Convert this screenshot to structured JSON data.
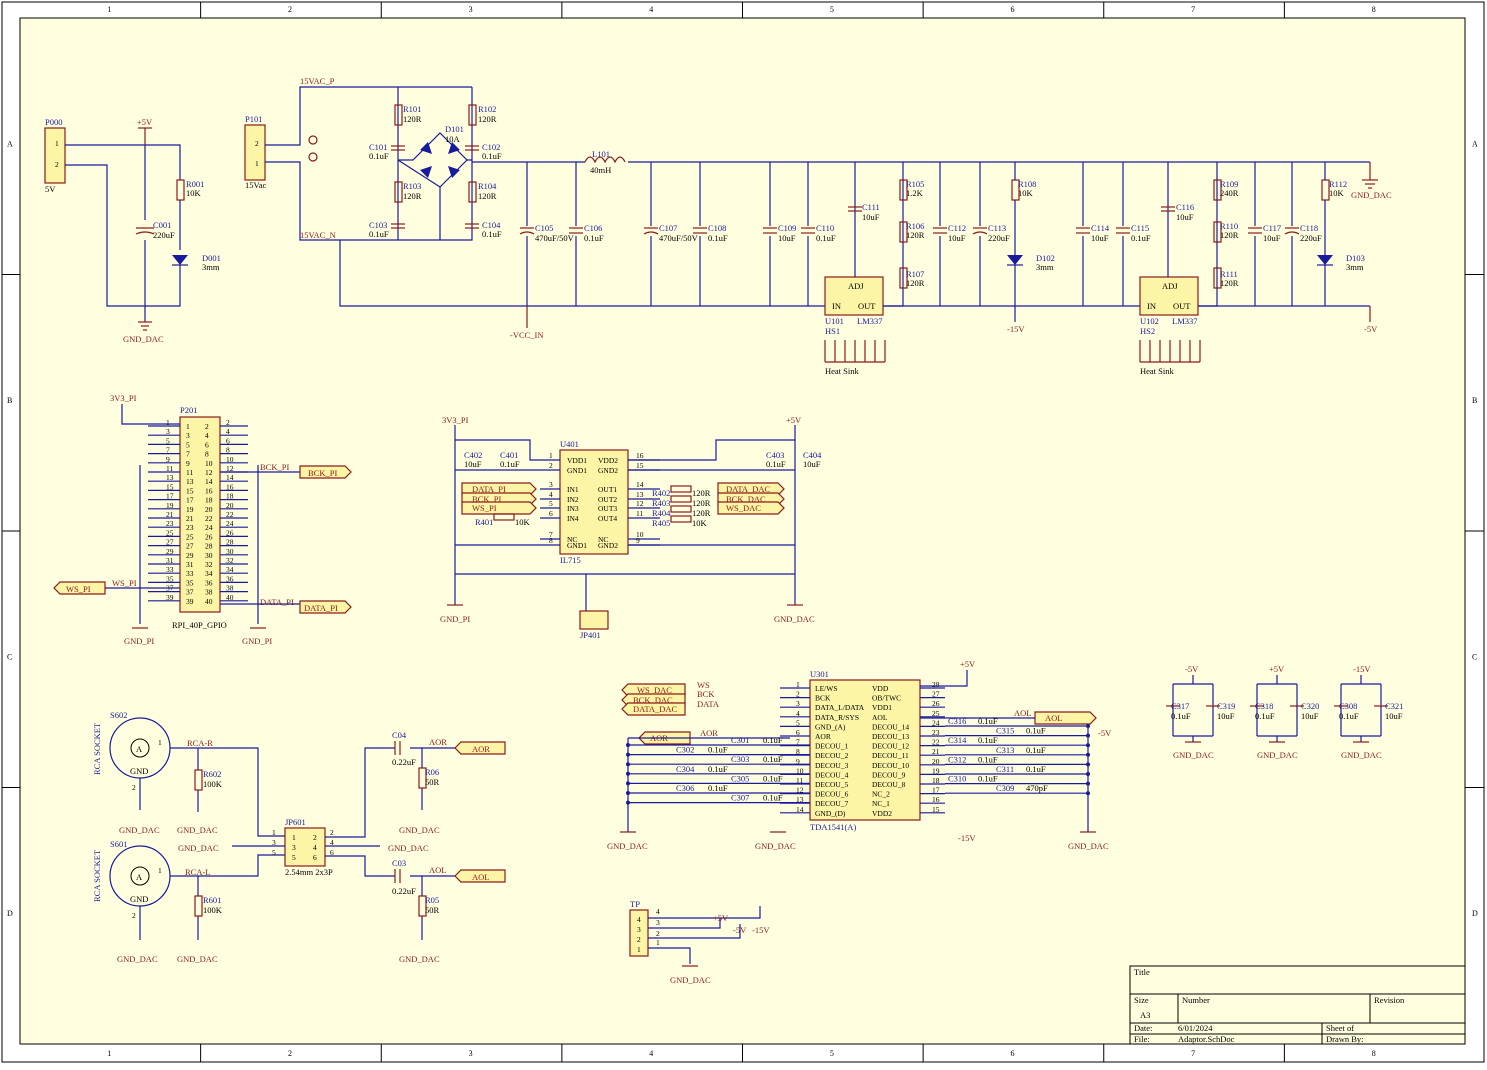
{
  "frame": {
    "columns": [
      "1",
      "2",
      "3",
      "4",
      "5",
      "6",
      "7",
      "8"
    ],
    "rows": [
      "A",
      "B",
      "C",
      "D"
    ]
  },
  "title_block": {
    "title_label": "Title",
    "size_label": "Size",
    "size_value": "A3",
    "number_label": "Number",
    "revision_label": "Revision",
    "date_label": "Date:",
    "date_value": "6/01/2024",
    "sheet_label": "Sheet   of",
    "file_label": "File:",
    "file_value": "Adaptor.SchDoc",
    "drawn_label": "Drawn By:"
  },
  "power": {
    "p000": {
      "ref": "P000",
      "value": "5V",
      "pins": [
        "1",
        "2"
      ]
    },
    "p101": {
      "ref": "P101",
      "value": "15Vac",
      "pins": [
        "2",
        "1"
      ]
    },
    "plus5v": "+5V",
    "net_15vac_p": "15VAC_P",
    "net_15vac_n": "15VAC_N",
    "vcc_in": "-VCC_IN",
    "minus15": "-15V",
    "minus5": "-5V",
    "gnd_dac": "GND_DAC",
    "gnd_pi": "GND_PI",
    "v3v3_pi": "3V3_PI",
    "r001": {
      "ref": "R001",
      "value": "10K"
    },
    "c001": {
      "ref": "C001",
      "value": "220uF"
    },
    "d001": {
      "ref": "D001",
      "value": "3mm"
    },
    "r101": {
      "ref": "R101",
      "value": "120R"
    },
    "r102": {
      "ref": "R102",
      "value": "120R"
    },
    "r103": {
      "ref": "R103",
      "value": "120R"
    },
    "r104": {
      "ref": "R104",
      "value": "120R"
    },
    "c101": {
      "ref": "C101",
      "value": "0.1uF"
    },
    "c102": {
      "ref": "C102",
      "value": "0.1uF"
    },
    "c103": {
      "ref": "C103",
      "value": "0.1uF"
    },
    "c104": {
      "ref": "C104",
      "value": "0.1uF"
    },
    "d101": {
      "ref": "D101",
      "value": "10A"
    },
    "l101": {
      "ref": "L101",
      "value": "40mH"
    },
    "c105": {
      "ref": "C105",
      "value": "470uF/50V"
    },
    "c106": {
      "ref": "C106",
      "value": "0.1uF"
    },
    "c107": {
      "ref": "C107",
      "value": "470uF/50V"
    },
    "c108": {
      "ref": "C108",
      "value": "0.1uF"
    },
    "c109": {
      "ref": "C109",
      "value": "10uF"
    },
    "c110": {
      "ref": "C110",
      "value": "0.1uF"
    },
    "c111": {
      "ref": "C111",
      "value": "10uF"
    },
    "r105": {
      "ref": "R105",
      "value": "1.2K"
    },
    "r106": {
      "ref": "R106",
      "value": "120R"
    },
    "r107": {
      "ref": "R107",
      "value": "120R"
    },
    "c112": {
      "ref": "C112",
      "value": "10uF"
    },
    "c113": {
      "ref": "C113",
      "value": "220uF"
    },
    "r108": {
      "ref": "R108",
      "value": "10K"
    },
    "d102": {
      "ref": "D102",
      "value": "3mm"
    },
    "c114": {
      "ref": "C114",
      "value": "10uF"
    },
    "c115": {
      "ref": "C115",
      "value": "0.1uF"
    },
    "c116": {
      "ref": "C116",
      "value": "10uF"
    },
    "r109": {
      "ref": "R109",
      "value": "240R"
    },
    "r110": {
      "ref": "R110",
      "value": "120R"
    },
    "r111": {
      "ref": "R111",
      "value": "120R"
    },
    "c117": {
      "ref": "C117",
      "value": "10uF"
    },
    "c118": {
      "ref": "C118",
      "value": "220uF"
    },
    "r112": {
      "ref": "R112",
      "value": "10K"
    },
    "d103": {
      "ref": "D103",
      "value": "3mm"
    },
    "u101": {
      "ref": "U101",
      "value": "LM337",
      "adj": "ADJ",
      "in": "IN",
      "out": "OUT"
    },
    "u102": {
      "ref": "U102",
      "value": "LM337",
      "adj": "ADJ",
      "in": "IN",
      "out": "OUT"
    },
    "hs1": {
      "ref": "HS1",
      "value": "Heat Sink"
    },
    "hs2": {
      "ref": "HS2",
      "value": "Heat Sink"
    }
  },
  "gpio": {
    "ref": "P201",
    "value": "RPI_40P_GPIO",
    "bck_pi": "BCK_PI",
    "ws_pi": "WS_PI",
    "data_pi": "DATA_PI"
  },
  "isolator": {
    "ref": "U401",
    "value": "IL715",
    "c401": {
      "ref": "C401",
      "value": "0.1uF"
    },
    "c402": {
      "ref": "C402",
      "value": "10uF"
    },
    "c403": {
      "ref": "C403",
      "value": "0.1uF"
    },
    "c404": {
      "ref": "C404",
      "value": "10uF"
    },
    "r401": {
      "ref": "R401",
      "value": "10K"
    },
    "r402": {
      "ref": "R402",
      "value": "120R"
    },
    "r403": {
      "ref": "R403",
      "value": "120R"
    },
    "r404": {
      "ref": "R404",
      "value": "120R"
    },
    "r405": {
      "ref": "R405",
      "value": "10K"
    },
    "jp401": "JP401",
    "left_pins": [
      {
        "num": "1",
        "name": "VDD1"
      },
      {
        "num": "2",
        "name": "GND1"
      },
      {
        "num": "3",
        "name": "IN1"
      },
      {
        "num": "4",
        "name": "IN2"
      },
      {
        "num": "5",
        "name": "IN3"
      },
      {
        "num": "6",
        "name": "IN4"
      },
      {
        "num": "7",
        "name": "NC"
      },
      {
        "num": "8",
        "name": "GND1"
      }
    ],
    "right_pins": [
      {
        "num": "16",
        "name": "VDD2"
      },
      {
        "num": "15",
        "name": "GND2"
      },
      {
        "num": "14",
        "name": "OUT1"
      },
      {
        "num": "13",
        "name": "OUT2"
      },
      {
        "num": "12",
        "name": "OUT3"
      },
      {
        "num": "11",
        "name": "OUT4"
      },
      {
        "num": "10",
        "name": "NC"
      },
      {
        "num": "9",
        "name": "GND2"
      }
    ],
    "data_dac": "DATA_DAC",
    "bck_dac": "BCK_DAC",
    "ws_dac": "WS_DAC"
  },
  "dac": {
    "ref": "U301",
    "value": "TDA1541(A)",
    "left_pins": [
      {
        "num": "1",
        "name": "LE/WS"
      },
      {
        "num": "2",
        "name": "BCK"
      },
      {
        "num": "3",
        "name": "DATA_L/DATA"
      },
      {
        "num": "4",
        "name": "DATA_R/SYS"
      },
      {
        "num": "5",
        "name": "GND_(A)"
      },
      {
        "num": "6",
        "name": "AOR"
      },
      {
        "num": "7",
        "name": "DECOU_1"
      },
      {
        "num": "8",
        "name": "DECOU_2"
      },
      {
        "num": "9",
        "name": "DECOU_3"
      },
      {
        "num": "10",
        "name": "DECOU_4"
      },
      {
        "num": "11",
        "name": "DECOU_5"
      },
      {
        "num": "12",
        "name": "DECOU_6"
      },
      {
        "num": "13",
        "name": "DECOU_7"
      },
      {
        "num": "14",
        "name": "GND_(D)"
      }
    ],
    "right_pins": [
      {
        "num": "28",
        "name": "VDD"
      },
      {
        "num": "27",
        "name": "OB/TWC"
      },
      {
        "num": "26",
        "name": "VDD1"
      },
      {
        "num": "25",
        "name": "AOL"
      },
      {
        "num": "24",
        "name": "DECOU_14"
      },
      {
        "num": "23",
        "name": "DECOU_13"
      },
      {
        "num": "22",
        "name": "DECOU_12"
      },
      {
        "num": "21",
        "name": "DECOU_11"
      },
      {
        "num": "20",
        "name": "DECOU_10"
      },
      {
        "num": "19",
        "name": "DECOU_9"
      },
      {
        "num": "18",
        "name": "DECOU_8"
      },
      {
        "num": "17",
        "name": "NC_2"
      },
      {
        "num": "16",
        "name": "NC_1"
      },
      {
        "num": "15",
        "name": "VDD2"
      }
    ],
    "ws": "WS",
    "bck": "BCK",
    "data": "DATA",
    "aor": "AOR",
    "aol": "AOL",
    "left_caps": [
      {
        "ref": "C301",
        "value": "0.1uF"
      },
      {
        "ref": "C302",
        "value": "0.1uF"
      },
      {
        "ref": "C303",
        "value": "0.1uF"
      },
      {
        "ref": "C304",
        "value": "0.1uF"
      },
      {
        "ref": "C305",
        "value": "0.1uF"
      },
      {
        "ref": "C306",
        "value": "0.1uF"
      },
      {
        "ref": "C307",
        "value": "0.1uF"
      }
    ],
    "right_caps": [
      {
        "ref": "C316",
        "value": "0.1uF"
      },
      {
        "ref": "C315",
        "value": "0.1uF"
      },
      {
        "ref": "C314",
        "value": "0.1uF"
      },
      {
        "ref": "C313",
        "value": "0.1uF"
      },
      {
        "ref": "C312",
        "value": "0.1uF"
      },
      {
        "ref": "C311",
        "value": "0.1uF"
      },
      {
        "ref": "C310",
        "value": "0.1uF"
      },
      {
        "ref": "C309",
        "value": "470pF"
      }
    ]
  },
  "decoupling": [
    {
      "rail": "-5V",
      "c1": "C317",
      "v1": "0.1uF",
      "c2": "C319",
      "v2": "10uF"
    },
    {
      "rail": "+5V",
      "c1": "C318",
      "v1": "0.1uF",
      "c2": "C320",
      "v2": "10uF"
    },
    {
      "rail": "-15V",
      "c1": "C308",
      "v1": "0.1uF",
      "c2": "C321",
      "v2": "10uF"
    }
  ],
  "output": {
    "s602": {
      "ref": "S602",
      "type": "RCA SOCKET",
      "a": "A",
      "gnd": "GND",
      "pin1": "1",
      "pin2": "2"
    },
    "s601": {
      "ref": "S601",
      "type": "RCA SOCKET",
      "a": "A",
      "gnd": "GND",
      "pin1": "1",
      "pin2": "2"
    },
    "rca_r": "RCA-R",
    "rca_l": "RCA-L",
    "r602": {
      "ref": "R602",
      "value": "100K"
    },
    "r601": {
      "ref": "R601",
      "value": "100K"
    },
    "jp601": {
      "ref": "JP601",
      "value": "2.54mm 2x3P",
      "left": [
        "1",
        "3",
        "5"
      ],
      "right": [
        "2",
        "4",
        "6"
      ]
    },
    "c04": {
      "ref": "C04",
      "value": "0.22uF"
    },
    "c03": {
      "ref": "C03",
      "value": "0.22uF"
    },
    "r06": {
      "ref": "R06",
      "value": "50R"
    },
    "r05": {
      "ref": "R05",
      "value": "50R"
    },
    "aor": "AOR",
    "aol": "AOL"
  },
  "tp": {
    "ref": "TP",
    "pins": [
      "4",
      "3",
      "2",
      "1"
    ],
    "plus5": "+5V",
    "minus5": "-5V",
    "minus15": "-15V"
  }
}
